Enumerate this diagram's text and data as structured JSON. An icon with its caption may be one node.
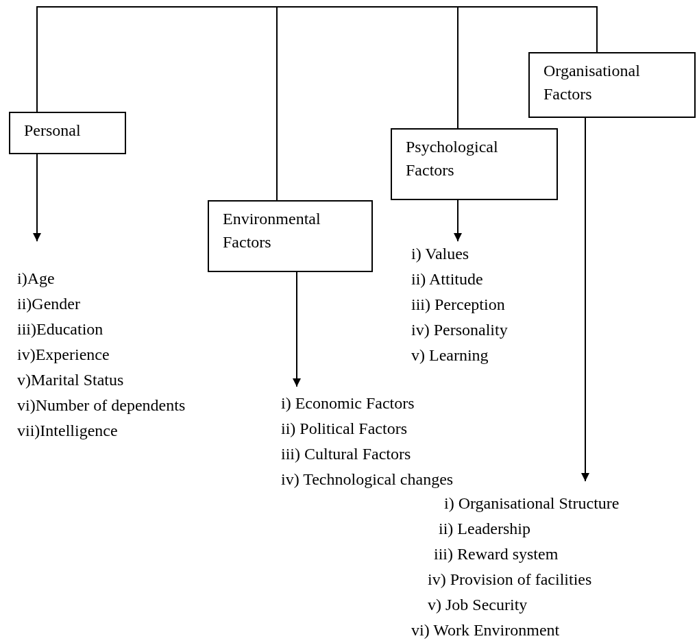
{
  "diagram": {
    "nodes": [
      {
        "text": [
          "Personal"
        ]
      },
      {
        "text": [
          "Environmental Factors"
        ]
      },
      {
        "text": [
          "Psychological Factors"
        ]
      },
      {
        "text": [
          "Organisational Factors"
        ]
      },
      {
        "text": [
          "i)Age",
          "ii)Gender",
          "iii)Education",
          "iv)Experience",
          "v)Marital Status",
          "vi)Number of dependents",
          "vii)Intelligence"
        ]
      },
      {
        "text": [
          "i) Economic Factors",
          "ii) Political Factors",
          "iii) Cultural Factors",
          "iv) Technological changes"
        ]
      },
      {
        "text": [
          "i) Values",
          "ii) Attitude",
          "iii) Perception",
          "iv) Personality",
          "v) Learning"
        ]
      },
      {
        "text": [
          "i) Organisational Structure",
          "ii) Leadership",
          "iii) Reward system",
          "iv) Provision of facilities",
          "v) Job Security",
          "vi) Work Environment"
        ]
      }
    ],
    "edges": [
      {
        "from": 0,
        "to": 1,
        "arrow": "none"
      },
      {
        "from": 1,
        "to": 2,
        "arrow": "none"
      },
      {
        "from": 2,
        "to": 3,
        "arrow": "none"
      },
      {
        "from": 0,
        "to": 4,
        "arrow": "to"
      },
      {
        "from": 1,
        "to": 5,
        "arrow": "to"
      },
      {
        "from": 2,
        "to": 6,
        "arrow": "to"
      },
      {
        "from": 3,
        "to": 7,
        "arrow": "to"
      }
    ]
  }
}
